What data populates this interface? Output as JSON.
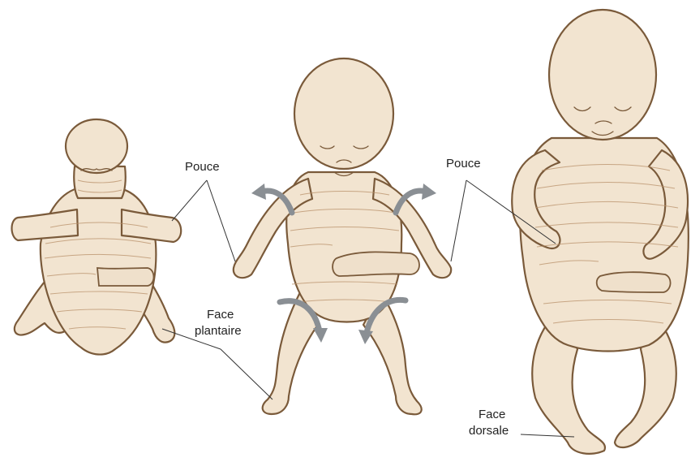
{
  "labels": {
    "pouce_1": "Pouce",
    "pouce_2": "Pouce",
    "face_plantaire_line1": "Face",
    "face_plantaire_line2": "plantaire",
    "face_dorsale_line1": "Face",
    "face_dorsale_line2": "dorsale"
  },
  "colors": {
    "skin": "#f2e4d0",
    "outline": "#7a5a3a",
    "arrows": "#8a8f94"
  }
}
